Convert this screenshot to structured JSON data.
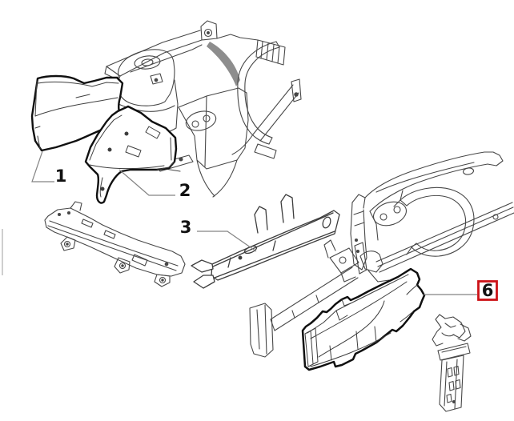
{
  "diagram": {
    "kind": "exploded-parts-line-drawing",
    "background_color": "#ffffff",
    "line_color": "#474747",
    "bold_line_color": "#101010",
    "leader_color": "#848484",
    "label_color": "#111111",
    "highlight_box_color": "#cc1217",
    "callouts": [
      {
        "number": "1",
        "highlighted": false
      },
      {
        "number": "2",
        "highlighted": false
      },
      {
        "number": "3",
        "highlighted": false
      },
      {
        "number": "6",
        "highlighted": true
      }
    ]
  }
}
